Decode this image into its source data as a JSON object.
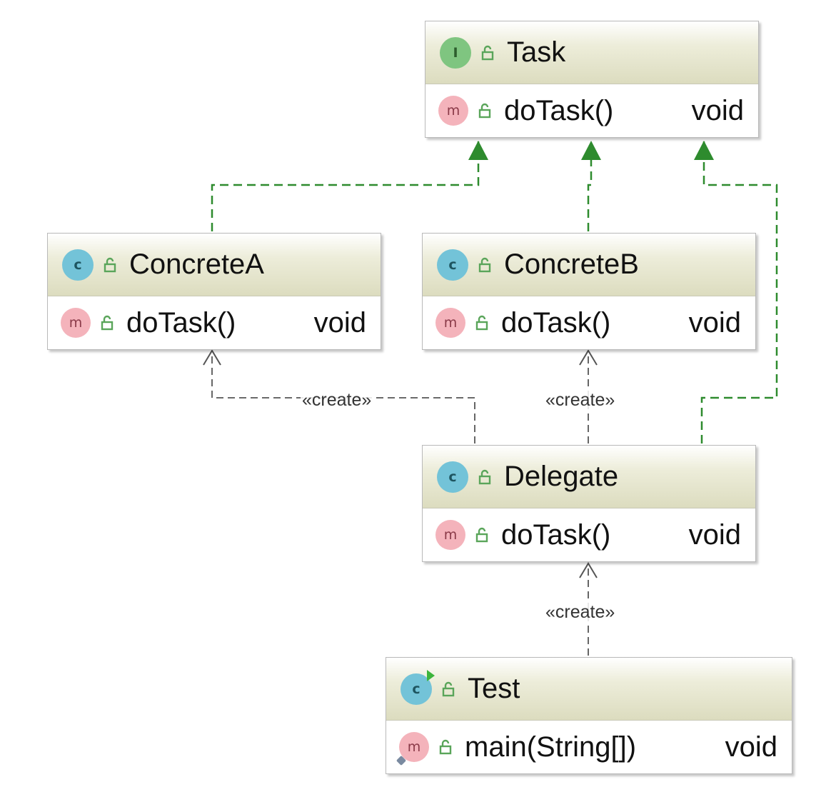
{
  "classes": {
    "task": {
      "kind": "interface",
      "icon_letter": "I",
      "name": "Task",
      "method": "doTask()",
      "return_type": "void"
    },
    "concrete_a": {
      "kind": "class",
      "icon_letter": "c",
      "name": "ConcreteA",
      "method": "doTask()",
      "return_type": "void"
    },
    "concrete_b": {
      "kind": "class",
      "icon_letter": "c",
      "name": "ConcreteB",
      "method": "doTask()",
      "return_type": "void"
    },
    "delegate": {
      "kind": "class",
      "icon_letter": "c",
      "name": "Delegate",
      "method": "doTask()",
      "return_type": "void"
    },
    "test": {
      "kind": "class-runnable",
      "icon_letter": "c",
      "name": "Test",
      "method": "main(String[])",
      "return_type": "void"
    }
  },
  "method_icon_letter": "m",
  "relations": {
    "create_label": "«create»",
    "implements": [
      "ConcreteA → Task",
      "ConcreteB → Task",
      "Delegate → Task"
    ],
    "creates": [
      "Delegate → ConcreteA",
      "Delegate → ConcreteB",
      "Test → Delegate"
    ]
  },
  "colors": {
    "implements_line": "#2e8b2e",
    "create_line": "#555555",
    "interface_icon": "#7fc580",
    "class_icon": "#73c3d8",
    "method_icon": "#f4b3bb",
    "lock_icon": "#5aa55a"
  }
}
